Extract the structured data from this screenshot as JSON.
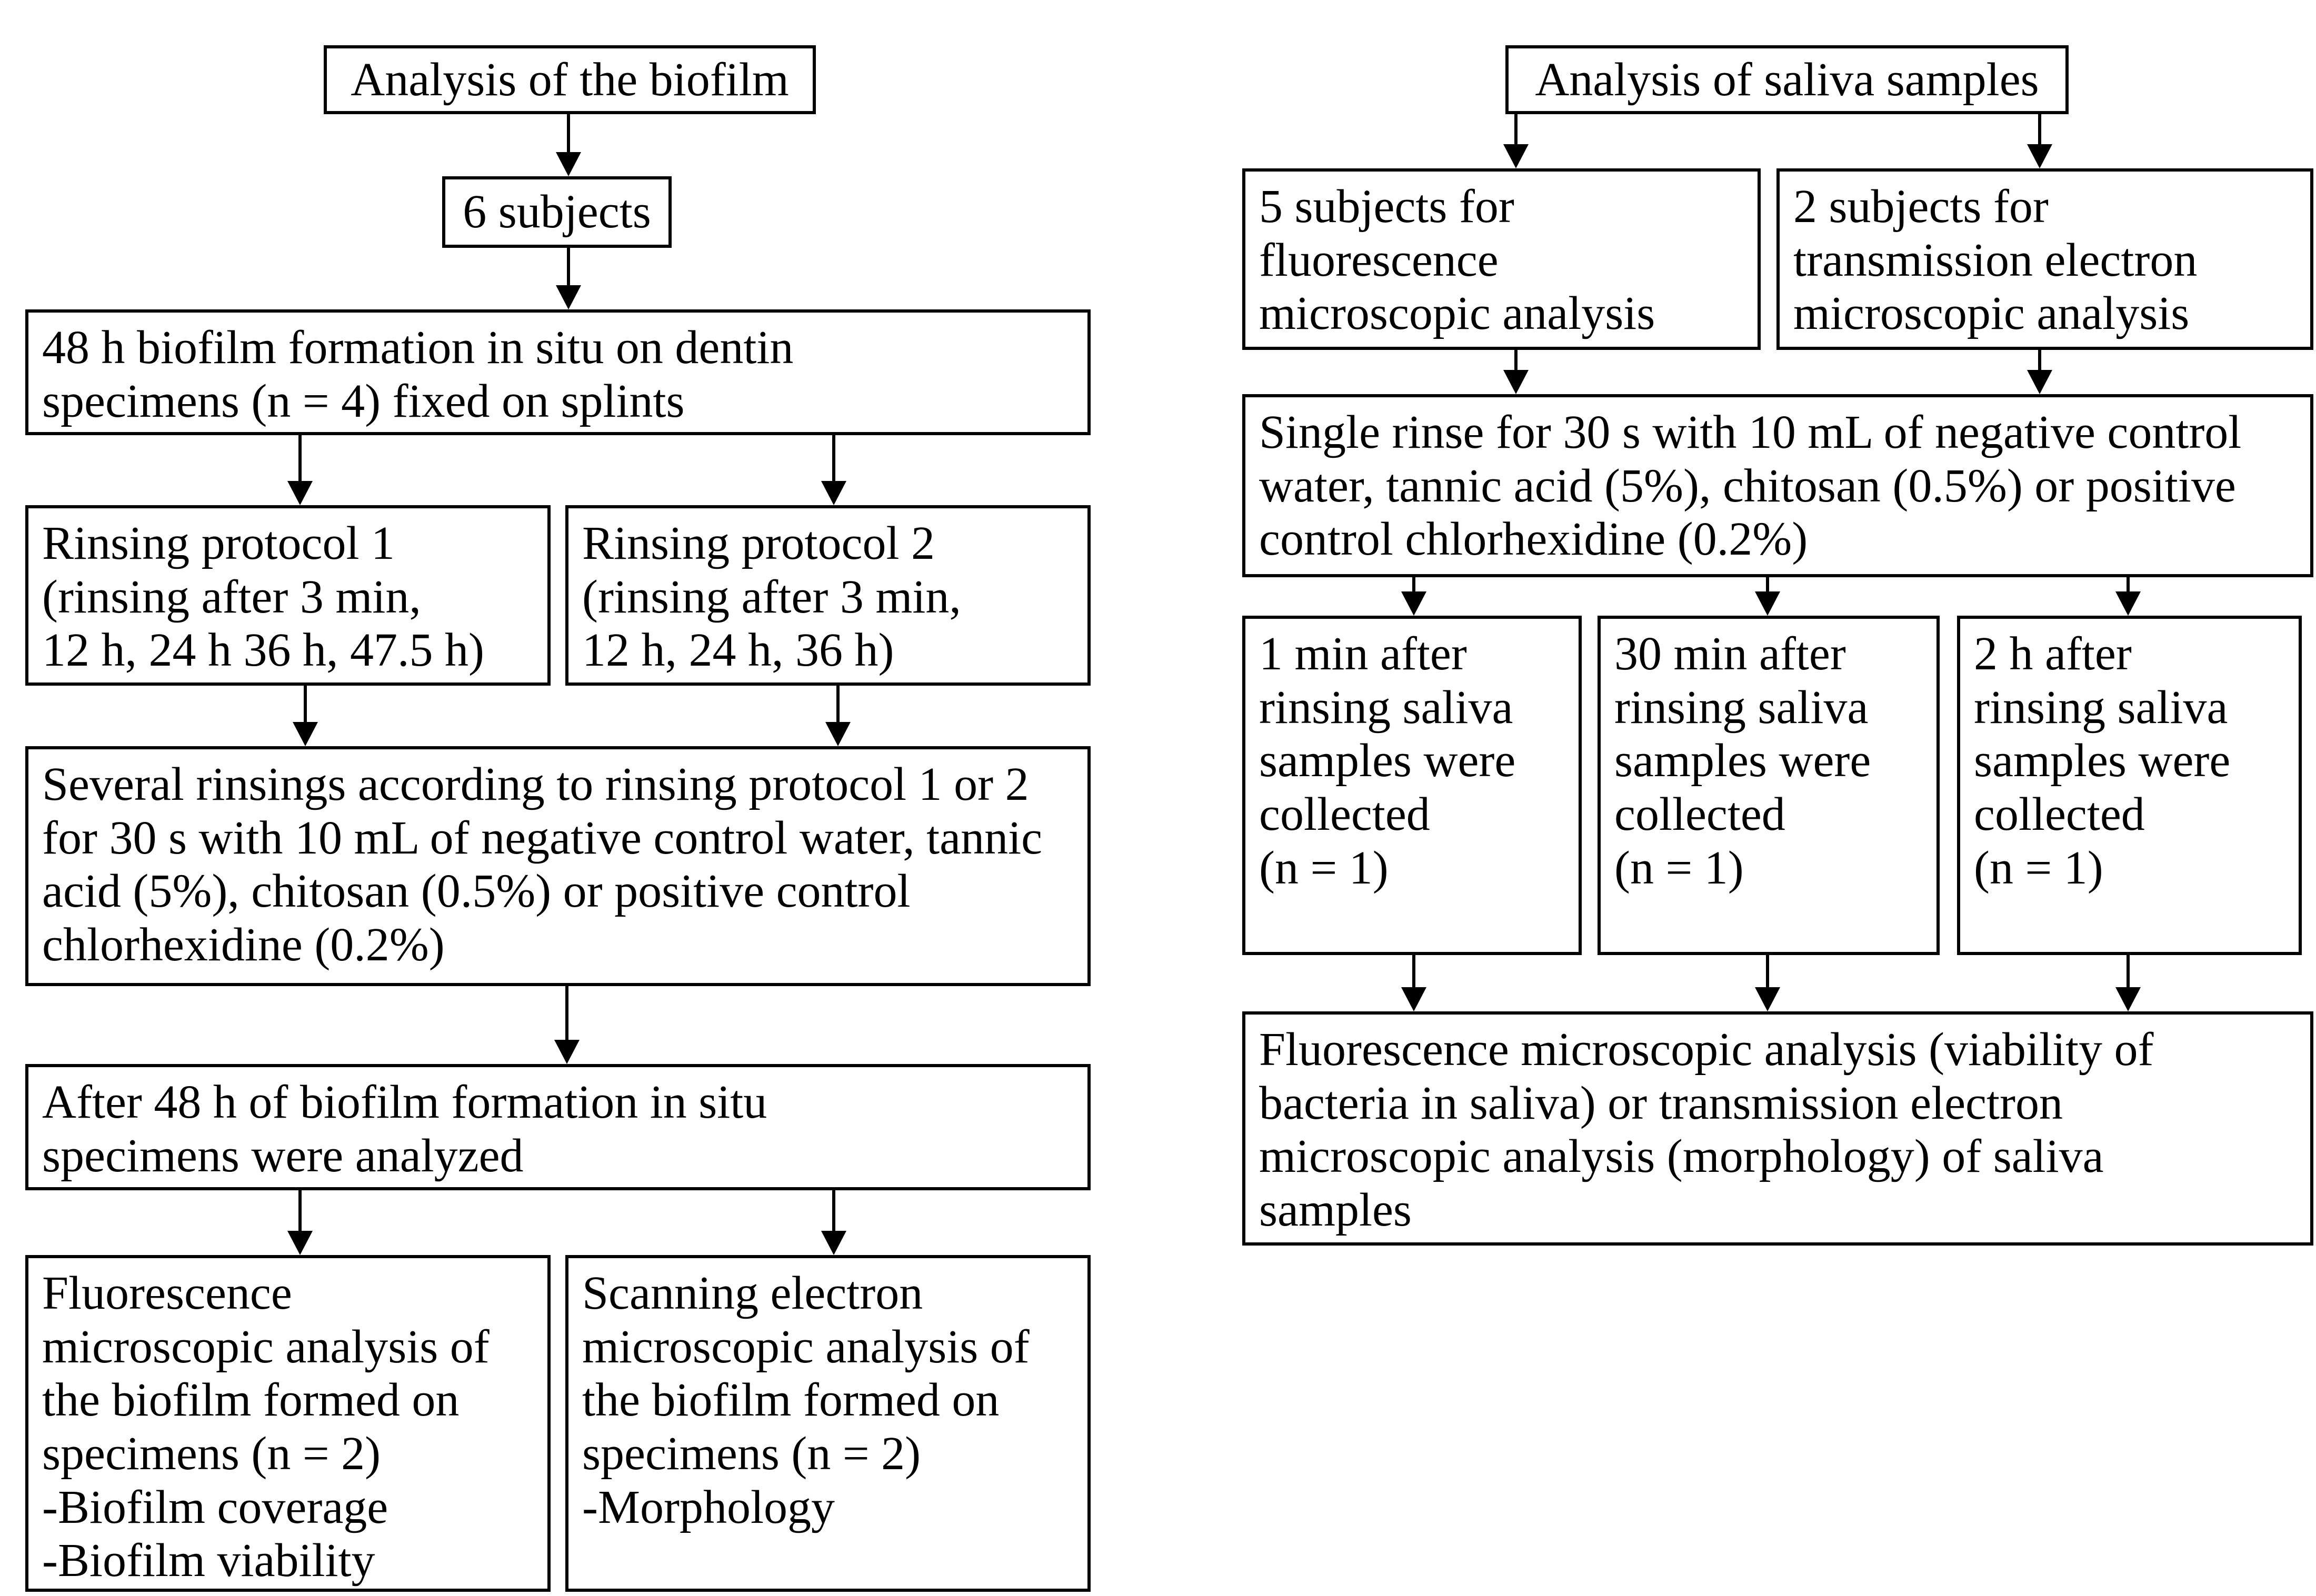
{
  "flow_biofilm": {
    "title": "Analysis of the biofilm",
    "subjects": "6 subjects",
    "formation": "48 h biofilm formation in situ on dentin\nspecimens (n = 4) fixed on splints",
    "protocol1": "Rinsing protocol 1\n(rinsing after 3 min,\n12 h, 24 h 36 h, 47.5 h)",
    "protocol2": "Rinsing protocol 2\n(rinsing after 3 min,\n12 h, 24 h, 36 h)",
    "rinsings": "Several rinsings according to rinsing protocol 1 or 2\nfor 30 s with 10 mL of negative control water, tannic\nacid (5%), chitosan (0.5%) or positive control\nchlorhexidine (0.2%)",
    "analyzed": "After 48 h of biofilm formation in situ\nspecimens were analyzed",
    "fluorescence_analysis": "Fluorescence\nmicroscopic analysis of\nthe biofilm formed on\nspecimens (n = 2)\n-Biofilm coverage\n-Biofilm viability",
    "sem_analysis": "Scanning electron\nmicroscopic analysis of\nthe biofilm formed on\nspecimens (n = 2)\n-Morphology"
  },
  "flow_saliva": {
    "title": "Analysis of saliva samples",
    "subjects_fluorescence": "5 subjects for\nfluorescence\nmicroscopic analysis",
    "subjects_tem": "2 subjects for\ntransmission electron\nmicroscopic analysis",
    "single_rinse": "Single rinse for 30 s with 10 mL of negative control\nwater, tannic acid (5%), chitosan (0.5%) or positive\ncontrol chlorhexidine (0.2%)",
    "collect_1min": "1 min after\nrinsing saliva\nsamples were\ncollected\n(n = 1)",
    "collect_30min": "30 min after\nrinsing saliva\nsamples were\ncollected\n(n = 1)",
    "collect_2h": "2 h after\nrinsing saliva\nsamples were\ncollected\n(n = 1)",
    "final_analysis": "Fluorescence microscopic analysis (viability of\nbacteria in saliva) or transmission electron\nmicroscopic analysis (morphology) of saliva\nsamples"
  },
  "colors": {
    "background": "#ffffff",
    "box_border": "#000000",
    "text": "#000000",
    "arrow": "#000000"
  }
}
